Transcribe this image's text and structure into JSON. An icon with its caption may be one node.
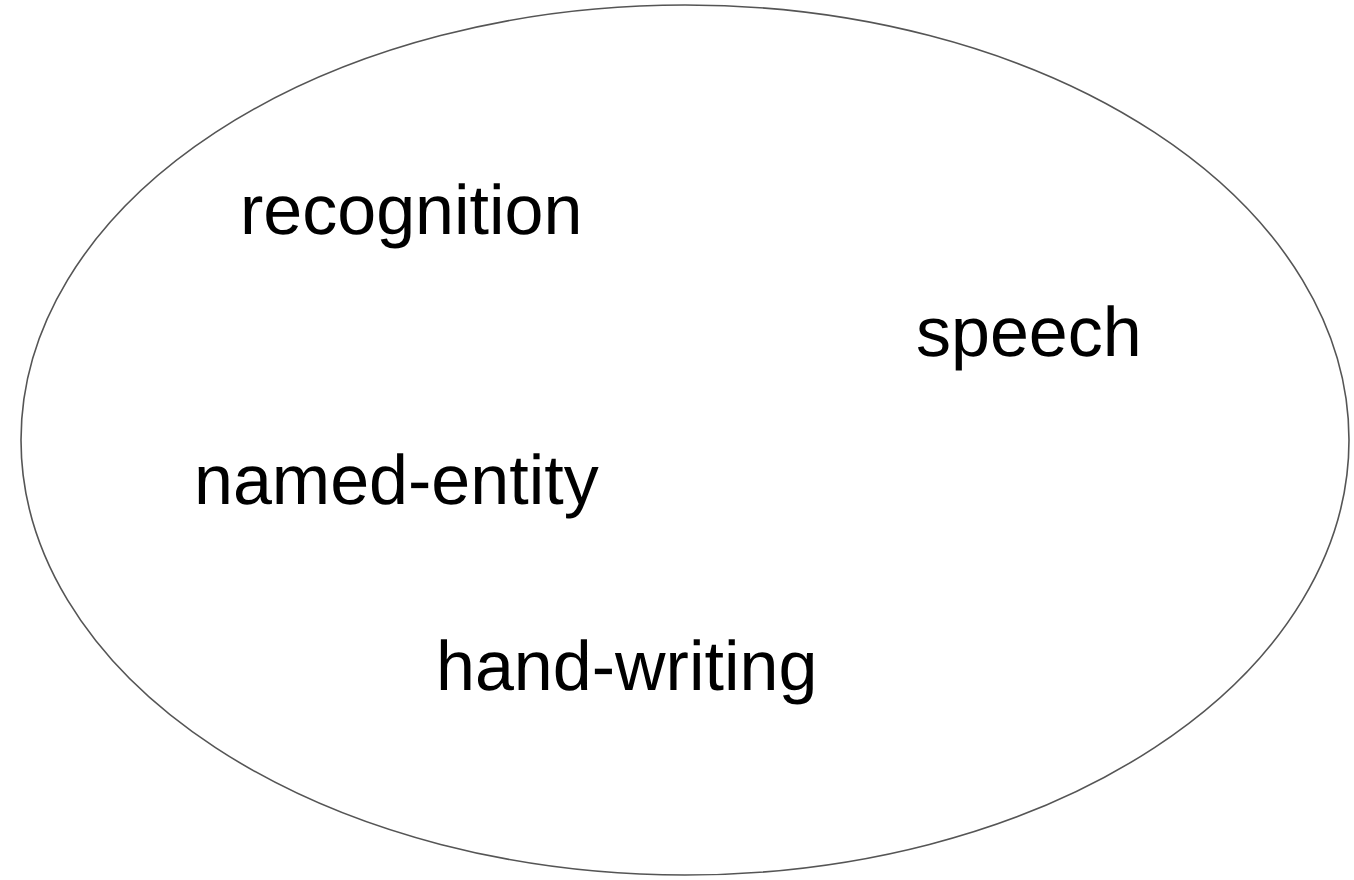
{
  "diagram": {
    "nodes": [
      {
        "text": [
          "recognition",
          "speech",
          "named-entity",
          "hand-writing"
        ]
      }
    ]
  }
}
